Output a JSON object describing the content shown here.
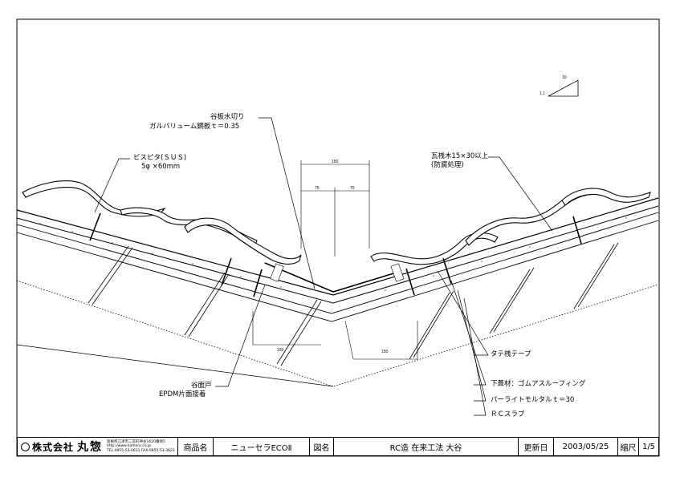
{
  "scale_icon": {
    "run": "10",
    "rise": "1.1"
  },
  "callouts": {
    "flashing_line1": "谷板水切り",
    "flashing_line2": "ガルバリューム鋼板ｔ＝0.35",
    "screw_line1": "ビスピタ(ＳＵＳ)",
    "screw_line2": "5φ ×60mm",
    "batten_line1": "瓦桟木15×30以上",
    "batten_line2": "(防腐処理)",
    "tape": "タテ桟テープ",
    "underlay": "下葺材：ゴムアスルーフィング",
    "mortar": "パーライトモルタルｔ＝30",
    "slab": "ＲＣスラブ",
    "valley_face_line1": "谷面戸",
    "valley_face_line2": "EPDM片面接着"
  },
  "dimensions": {
    "top_total": "150",
    "top_left": "75",
    "top_right": "75",
    "bottom_left": "150",
    "bottom_right": "150"
  },
  "titleblock": {
    "company_prefix": "株式会社",
    "company_name": "丸惣",
    "address_line1": "島根県江津市二宮町神主1620番地5",
    "address_line2": "http://www.kameru.co.jp",
    "address_line3": "TEL:0855-53-0611 FAX:0855-53-3623",
    "product_label": "商品名",
    "product_value": "ニューセラECOⅡ",
    "drawing_label": "図名",
    "drawing_value": "RC造 在来工法 大谷",
    "date_label": "更新日",
    "date_value": "2003/05/25",
    "scale_label": "縮尺",
    "scale_value": "1/5"
  }
}
